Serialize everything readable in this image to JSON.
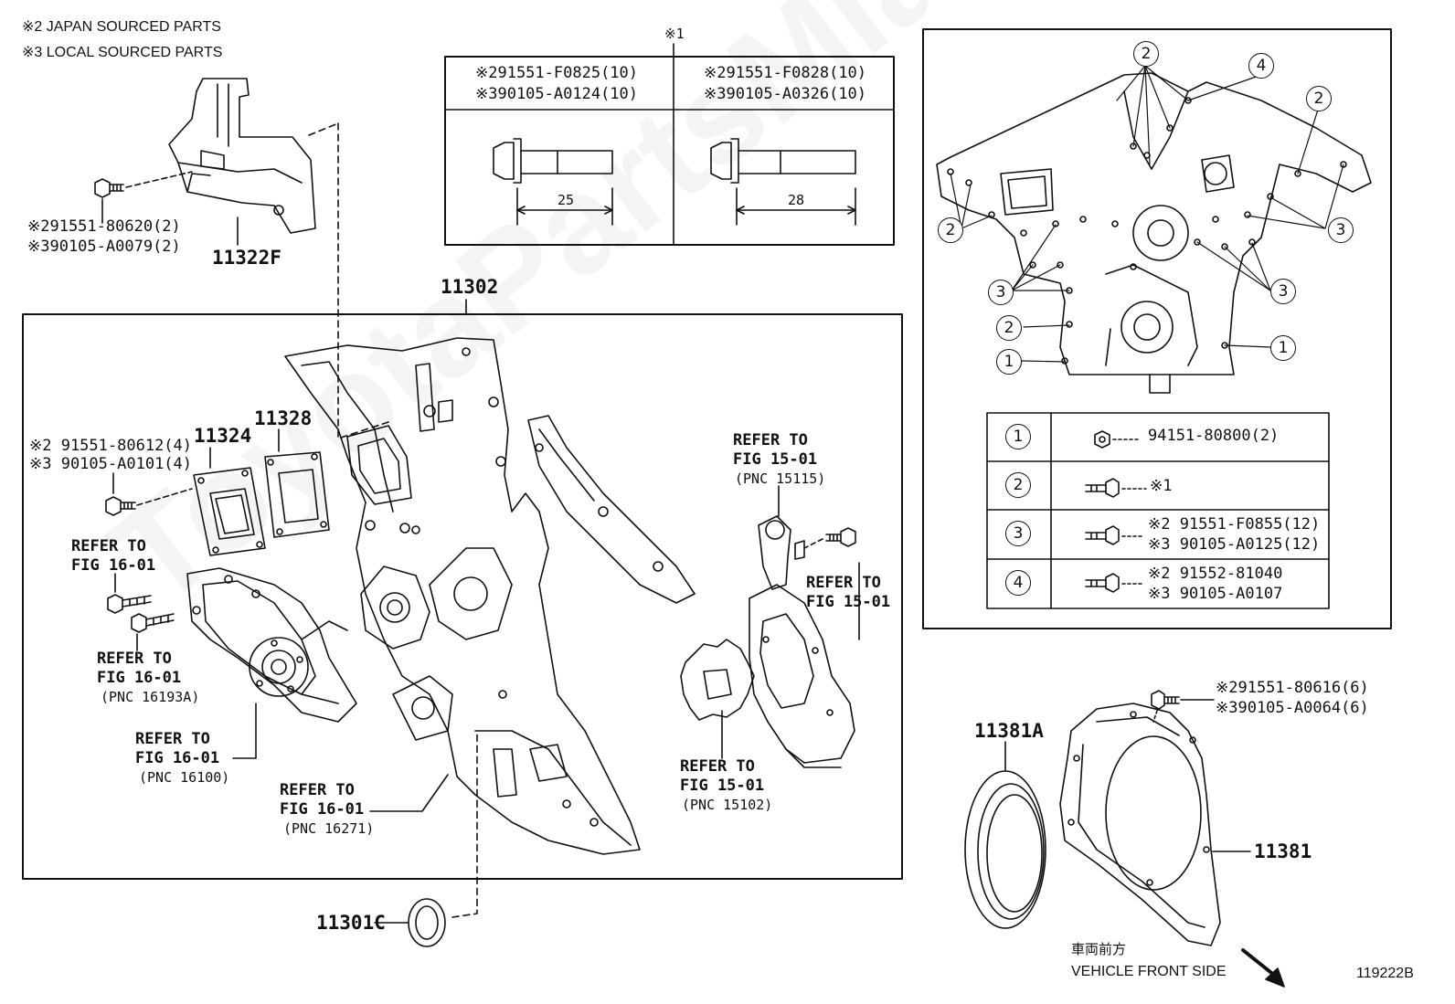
{
  "header": {
    "japan_note": "※2 JAPAN SOURCED PARTS",
    "local_note": "※3 LOCAL SOURCED PARTS"
  },
  "watermark": "ToyotaPartsMiami",
  "bolt_table": {
    "marker": "※1",
    "left": {
      "line1": "※291551-F0825(10)",
      "line2": "※390105-A0124(10)",
      "dimension": "25"
    },
    "right": {
      "line1": "※291551-F0828(10)",
      "line2": "※390105-A0326(10)",
      "dimension": "28"
    }
  },
  "parts": {
    "p11322F": "11322F",
    "p11322F_bolt1": "※291551-80620(2)",
    "p11322F_bolt2": "※390105-A0079(2)",
    "p11302": "11302",
    "p11324": "11324",
    "p11328": "11328",
    "p11324_bolt1": "※2 91551-80612(4)",
    "p11324_bolt2": "※3 90105-A0101(4)",
    "p11301C": "11301C",
    "p11381A": "11381A",
    "p11381": "11381",
    "p11381_bolt1": "※291551-80616(6)",
    "p11381_bolt2": "※390105-A0064(6)"
  },
  "refs": {
    "r1": {
      "l1": "REFER TO",
      "l2": "FIG 16-01",
      "pnc": ""
    },
    "r2": {
      "l1": "REFER TO",
      "l2": "FIG 16-01",
      "pnc": "(PNC 16193A)"
    },
    "r3": {
      "l1": "REFER TO",
      "l2": "FIG 16-01",
      "pnc": "(PNC 16100)"
    },
    "r4": {
      "l1": "REFER TO",
      "l2": "FIG 16-01",
      "pnc": "(PNC 16271)"
    },
    "r5": {
      "l1": "REFER TO",
      "l2": "FIG 15-01",
      "pnc": "(PNC 15115)"
    },
    "r6": {
      "l1": "REFER TO",
      "l2": "FIG 15-01",
      "pnc": ""
    },
    "r7": {
      "l1": "REFER TO",
      "l2": "FIG 15-01",
      "pnc": "(PNC 15102)"
    }
  },
  "callouts": [
    "1",
    "2",
    "3",
    "4"
  ],
  "legend": [
    {
      "key": "1",
      "line1": "94151-80800(2)",
      "line2": ""
    },
    {
      "key": "2",
      "line1": "※1",
      "line2": ""
    },
    {
      "key": "3",
      "line1": "※2 91551-F0855(12)",
      "line2": "※3 90105-A0125(12)"
    },
    {
      "key": "4",
      "line1": "※2 91552-81040",
      "line2": "※3 90105-A0107"
    }
  ],
  "footer": {
    "direction_jp": "車両前方",
    "direction_en": "VEHICLE FRONT SIDE",
    "figure_id": "119222B"
  }
}
